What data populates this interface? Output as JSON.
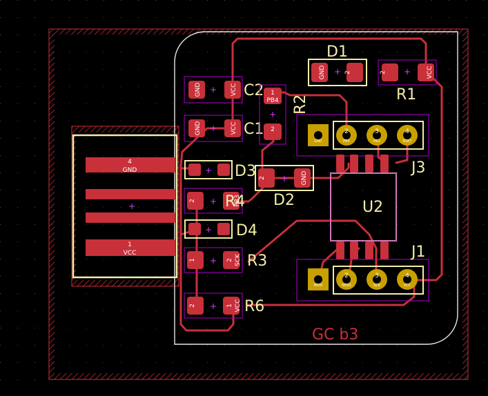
{
  "board_label": "GC b3",
  "colors": {
    "background": "#000000",
    "copper": "#c8303a",
    "silkscreen": "#f2eeaa",
    "courtyard": "#b000c8",
    "edge": "#e8e8e8",
    "pad_hole": "#c8a000"
  },
  "connector": {
    "pad1_label": "4",
    "pad1_net": "GND",
    "pad2_label": "1",
    "pad2_net": "VCC"
  },
  "refs": {
    "D1": "D1",
    "R1": "R1",
    "C2": "C2",
    "C1": "C1",
    "R2": "R2",
    "J3": "J3",
    "D3": "D3",
    "R4": "R4",
    "D2": "D2",
    "D4": "D4",
    "U2": "U2",
    "R3": "R3",
    "J1": "J1",
    "R6": "R6"
  },
  "pads": {
    "c2_1": "GND",
    "c2_2": "VCC",
    "c1_1": "GND",
    "c1_2": "VCC",
    "d1_1": "GND",
    "r1_1": "VCC",
    "r2_1": "PB4",
    "d2_1": "GND",
    "r4_1": "PB3",
    "r3_2": "SCK",
    "r6_1": "VCC",
    "j3_1": "GND",
    "j3_2": "PB4",
    "j3_3": "PB3",
    "j3_4": "RSET",
    "j1_1": "MOSI",
    "j1_2": "MISO",
    "j1_3": "SCK",
    "j1_4": "VCC",
    "num1": "1",
    "num2": "2",
    "num3": "3",
    "num4": "4"
  }
}
